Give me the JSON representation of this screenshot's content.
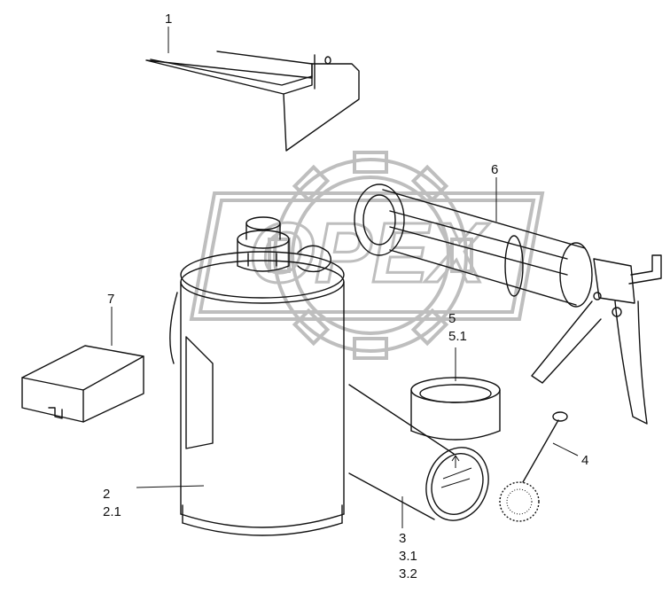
{
  "diagram": {
    "watermark_text": "OPEX",
    "callouts": {
      "part_1": [
        "1"
      ],
      "part_2": [
        "2",
        "2.1"
      ],
      "part_3": [
        "3",
        "3.1",
        "3.2"
      ],
      "part_4": [
        "4"
      ],
      "part_5": [
        "5",
        "5.1"
      ],
      "part_6": [
        "6"
      ],
      "part_7": [
        "7"
      ]
    }
  }
}
